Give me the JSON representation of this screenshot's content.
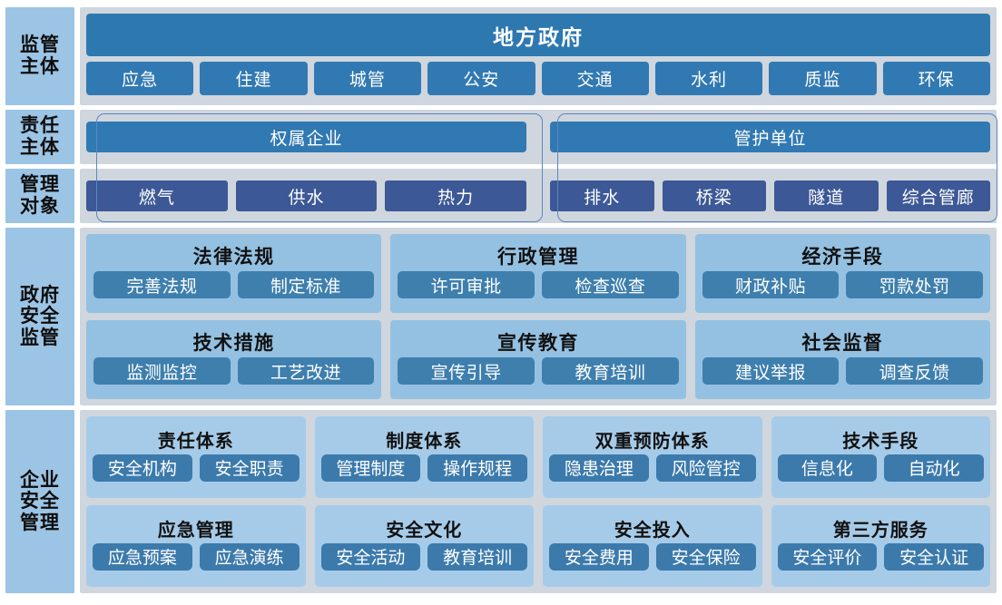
{
  "rows": {
    "supervision_subject": {
      "label": "监管主体",
      "label_lines": [
        "监管",
        "主体"
      ],
      "government": "地方政府",
      "departments": [
        "应急",
        "住建",
        "城管",
        "公安",
        "交通",
        "水利",
        "质监",
        "环保"
      ]
    },
    "responsibility_subject": {
      "label": "责任主体",
      "label_lines": [
        "责任",
        "主体"
      ],
      "units": [
        "权属企业",
        "管护单位"
      ]
    },
    "management_object": {
      "label": "管理对象",
      "label_lines": [
        "管理",
        "对象"
      ],
      "left_objects": [
        "燃气",
        "供水",
        "热力"
      ],
      "right_objects": [
        "排水",
        "桥梁",
        "隧道",
        "综合管廊"
      ]
    },
    "government_supervision": {
      "label": "政府安全监管",
      "label_lines": [
        "政府",
        "安全",
        "监管"
      ],
      "cards": [
        {
          "title": "法律法规",
          "items": [
            "完善法规",
            "制定标准"
          ]
        },
        {
          "title": "行政管理",
          "items": [
            "许可审批",
            "检查巡查"
          ]
        },
        {
          "title": "经济手段",
          "items": [
            "财政补贴",
            "罚款处罚"
          ]
        },
        {
          "title": "技术措施",
          "items": [
            "监测监控",
            "工艺改进"
          ]
        },
        {
          "title": "宣传教育",
          "items": [
            "宣传引导",
            "教育培训"
          ]
        },
        {
          "title": "社会监督",
          "items": [
            "建议举报",
            "调查反馈"
          ]
        }
      ]
    },
    "enterprise_management": {
      "label": "企业安全管理",
      "label_lines": [
        "企业",
        "安全",
        "管理"
      ],
      "cards": [
        {
          "title": "责任体系",
          "items": [
            "安全机构",
            "安全职责"
          ]
        },
        {
          "title": "制度体系",
          "items": [
            "管理制度",
            "操作规程"
          ]
        },
        {
          "title": "双重预防体系",
          "items": [
            "隐患治理",
            "风险管控"
          ]
        },
        {
          "title": "技术手段",
          "items": [
            "信息化",
            "自动化"
          ]
        },
        {
          "title": "应急管理",
          "items": [
            "应急预案",
            "应急演练"
          ]
        },
        {
          "title": "安全文化",
          "items": [
            "安全活动",
            "教育培训"
          ]
        },
        {
          "title": "安全投入",
          "items": [
            "安全费用",
            "安全保险"
          ]
        },
        {
          "title": "第三方服务",
          "items": [
            "安全评价",
            "安全认证"
          ]
        }
      ]
    }
  },
  "colors": {
    "label_bg": "#9CC4E4",
    "panel_bg": "#CFD6DD",
    "primary_blue": "#3179B2",
    "navy_blue": "#3D5896",
    "card_blue": "#94C1E2",
    "card_blue_alt": "#A6CBE8",
    "chip_blue": "#3E7FAE",
    "frame_border": "#5B87C4",
    "page_bg": "#FFFFFF"
  }
}
